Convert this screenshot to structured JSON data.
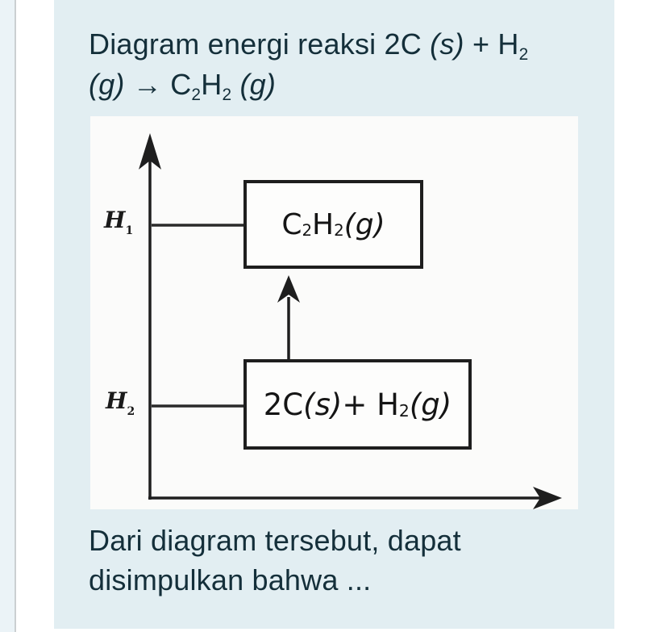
{
  "colors": {
    "page_bg": "#ffffff",
    "strip_bg": "#ebf3f7",
    "divider": "#cbcfd1",
    "card_bg": "#e2eef2",
    "text": "#142f3a",
    "diagram_bg": "#fbfbfa",
    "ink": "#1e1e1e"
  },
  "question": {
    "title_plain": "Diagram energi reaksi 2C (s) + H2 (g) → C2H2 (g)",
    "title_lines": [
      [
        {
          "text": "Diagram energi reaksi 2C "
        },
        {
          "text": "(s)",
          "style": "italic"
        },
        {
          "text": " + H"
        },
        {
          "text": "2",
          "style": "sub"
        }
      ],
      [
        {
          "text": "(g)",
          "style": "italic"
        },
        {
          "text": " → C"
        },
        {
          "text": "2",
          "style": "sub"
        },
        {
          "text": "H"
        },
        {
          "text": "2",
          "style": "sub"
        },
        {
          "text": " "
        },
        {
          "text": "(g)",
          "style": "italic"
        }
      ]
    ],
    "body_plain": "Dari diagram tersebut, dapat disimpulkan bahwa ...",
    "body_lines": [
      "Dari diagram tersebut, dapat",
      "disimpulkan bahwa ..."
    ]
  },
  "diagram": {
    "type": "energy-level-diagram",
    "y_axis_quantity": "H (entalpi)",
    "levels": [
      {
        "level_label": [
          {
            "text": "H",
            "style": "italic"
          },
          {
            "text": "1",
            "style": "sub"
          }
        ],
        "species": [
          {
            "text": "C"
          },
          {
            "text": "2",
            "style": "sub"
          },
          {
            "text": "H"
          },
          {
            "text": "2",
            "style": "sub"
          },
          {
            "text": " "
          },
          {
            "text": "(g)",
            "style": "italic"
          }
        ],
        "species_plain": "C2H2 (g)",
        "position": "upper"
      },
      {
        "level_label": [
          {
            "text": "H",
            "style": "italic"
          },
          {
            "text": "2",
            "style": "sub"
          }
        ],
        "species": [
          {
            "text": "2C"
          },
          {
            "text": "(s)",
            "style": "italic"
          },
          {
            "text": " + H"
          },
          {
            "text": "2",
            "style": "sub"
          },
          {
            "text": "(g)",
            "style": "italic"
          }
        ],
        "species_plain": "2C(s) + H2(g)",
        "position": "lower"
      }
    ],
    "arrow": {
      "from": "2C(s) + H2(g)",
      "to": "C2H2 (g)",
      "direction": "up"
    }
  }
}
